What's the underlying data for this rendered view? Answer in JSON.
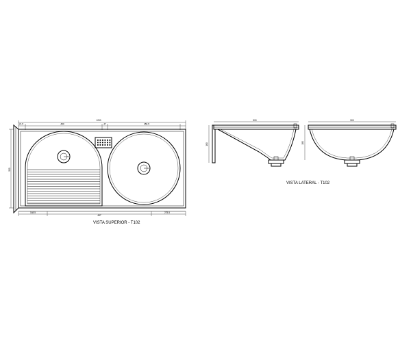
{
  "views": {
    "top_caption": "VISTA SUPERIOR - T102",
    "side_caption": "VISTA LATERAL - T102"
  },
  "dimensions": {
    "top": {
      "overall_width": "1200",
      "left_offset": "21.5",
      "left_bowl_width": "450",
      "gap": "47",
      "right_bowl_width": "450.5",
      "overall_depth": "500",
      "bottom_left": "168.5",
      "bottom_center": "457",
      "bottom_right": "275.5"
    },
    "side_left": {
      "width": "500",
      "height": "160"
    },
    "side_right": {
      "width": "500",
      "height": "180"
    }
  }
}
